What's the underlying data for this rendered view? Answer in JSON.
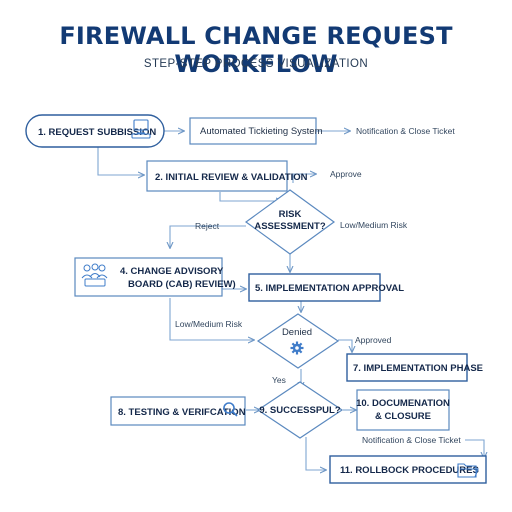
{
  "header": {
    "title": "FIREWALL CHANGE REQUEST WORKFLOW",
    "subtitle": "STEP-STEP PROCESS VISUALIZATION"
  },
  "nodes": {
    "request_submission": "1.  REQUEST SUBBISSION",
    "automated_ticketing": "Automated Tickieting System",
    "notify_close_1": "Notification & Close Ticket",
    "initial_review": "2.  INITIAL REVIEW & VALIDATION",
    "risk_assessment_line1": "RISK",
    "risk_assessment_line2": "ASSESSMENT?",
    "cab_review_line1": "4. CHANGE ADVISORY",
    "cab_review_line2": "BOARD (CAB) REVIEW)",
    "implementation_approval": "5.  IMPLEMENTATION APPROVAL",
    "denied": "Denied",
    "implementation_phase": "7.  IMPLEMENTATION PHASE",
    "testing_verification": "8.  TESTING & VERIFCATION",
    "successful": "9.  SUCCESSPUL?",
    "documentation_line1": "10. DOCUMENATION",
    "documentation_line2": "& CLOSURE",
    "notify_close_2": "Notification & Close Ticket",
    "rollback": "11.  ROLLBOCK PROCEDURES"
  },
  "edge_labels": {
    "approve": "Approve",
    "reject": "Reject",
    "low_medium_1": "Low/Medium Risk",
    "low_medium_2": "Low/Medium Risk",
    "approved": "Approved",
    "yes": "Yes"
  },
  "icons": [
    "computer-icon",
    "people-icon",
    "gear-icon",
    "magnifier-icon",
    "folder-icon"
  ],
  "colors": {
    "title": "#123a74",
    "box_stroke": "#5b89bf",
    "arrow": "#7fa6d1",
    "icon": "#3f7cc9"
  }
}
